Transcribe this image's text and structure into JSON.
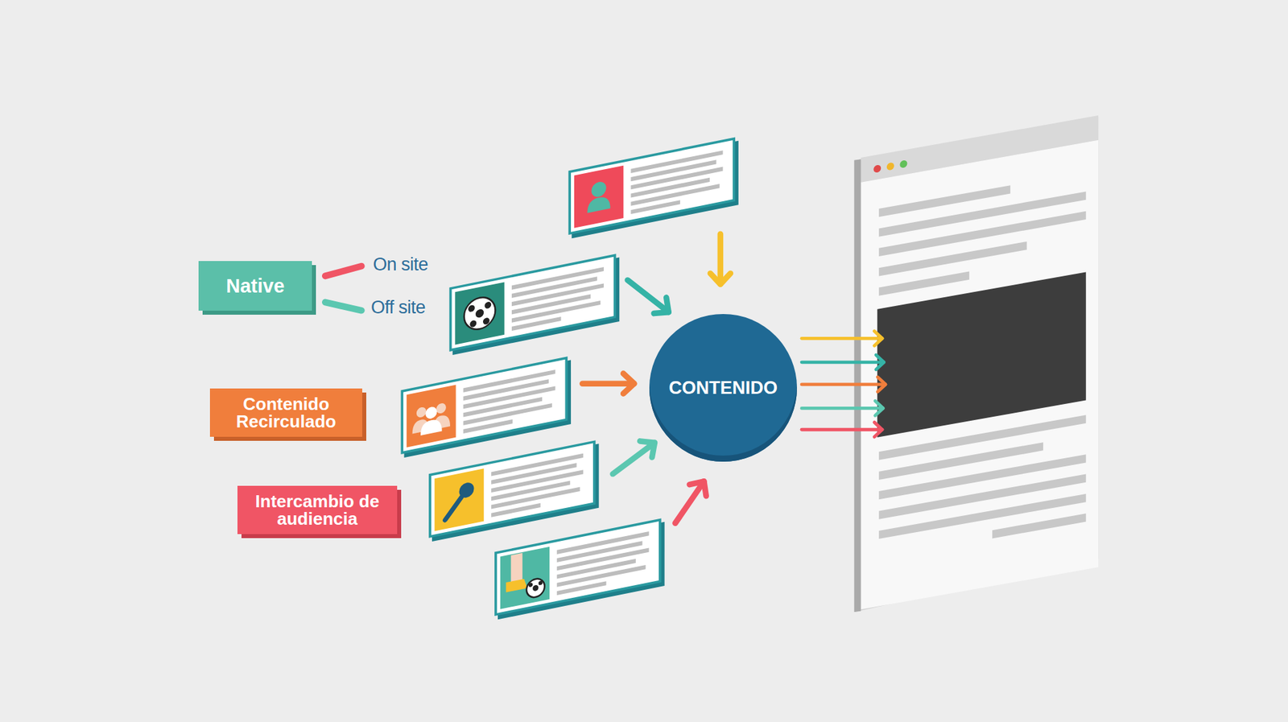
{
  "diagram": {
    "nodes": [
      {
        "text": [
          "Native"
        ]
      },
      {
        "text": [
          "Contenido Recirculado"
        ]
      },
      {
        "text": [
          "Intercambio de audiencia"
        ]
      },
      {
        "text": [
          "CONTENIDO"
        ]
      }
    ],
    "labels": [
      "On site",
      "Off site"
    ]
  }
}
